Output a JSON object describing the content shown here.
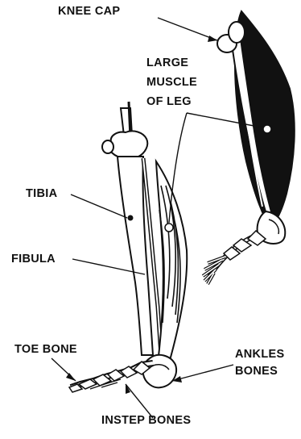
{
  "labels": {
    "knee_cap": "KNEE CAP",
    "large_muscle": [
      "LARGE",
      "MUSCLE",
      "OF LEG"
    ],
    "tibia": "TIBIA",
    "fibula": "FIBULA",
    "toe_bone": "TOE BONE",
    "ankle_bones": [
      "ANKLES",
      "BONES"
    ],
    "instep_bones": "INSTEP BONES"
  },
  "colors": {
    "ink": "#111111",
    "paper": "#ffffff"
  }
}
